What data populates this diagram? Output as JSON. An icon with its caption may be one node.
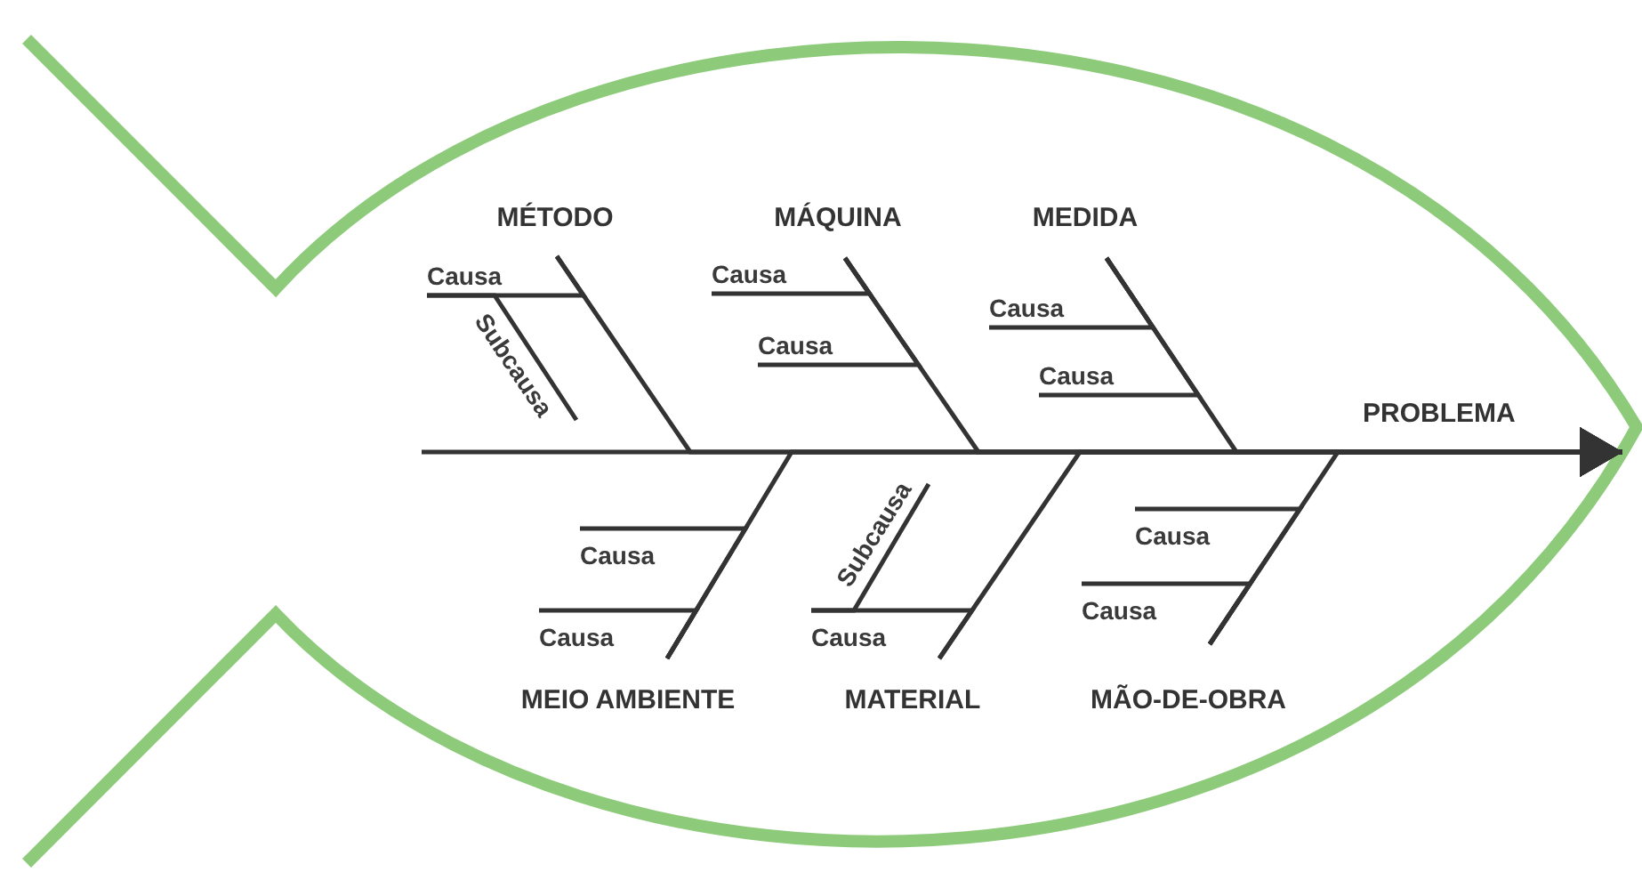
{
  "diagram": {
    "nodes": [
      {
        "text": [
          "MÉTODO"
        ]
      },
      {
        "text": [
          "Causa"
        ]
      },
      {
        "text": [
          "Subcausa"
        ]
      },
      {
        "text": [
          "MÁQUINA"
        ]
      },
      {
        "text": [
          "Causa"
        ]
      },
      {
        "text": [
          "Causa"
        ]
      },
      {
        "text": [
          "MEDIDA"
        ]
      },
      {
        "text": [
          "Causa"
        ]
      },
      {
        "text": [
          "Causa"
        ]
      },
      {
        "text": [
          "PROBLEMA"
        ]
      },
      {
        "text": [
          "Causa"
        ]
      },
      {
        "text": [
          "Causa"
        ]
      },
      {
        "text": [
          "MEIO AMBIENTE"
        ]
      },
      {
        "text": [
          "Subcausa"
        ]
      },
      {
        "text": [
          "Causa"
        ]
      },
      {
        "text": [
          "MATERIAL"
        ]
      },
      {
        "text": [
          "Causa"
        ]
      },
      {
        "text": [
          "Causa"
        ]
      },
      {
        "text": [
          "MÃO-DE-OBRA"
        ]
      }
    ],
    "edges": [
      {
        "from": null,
        "to": 9,
        "arrow": "to"
      },
      {
        "from": 0,
        "to": 9,
        "arrow": "to"
      },
      {
        "from": 3,
        "to": 9,
        "arrow": "to"
      },
      {
        "from": 6,
        "to": 9,
        "arrow": "to"
      },
      {
        "from": 12,
        "to": 9,
        "arrow": "to"
      },
      {
        "from": 15,
        "to": 9,
        "arrow": "to"
      },
      {
        "from": 18,
        "to": 9,
        "arrow": "to"
      },
      {
        "from": 1,
        "to": 0,
        "arrow": "none"
      },
      {
        "from": 2,
        "to": 1,
        "arrow": "none"
      },
      {
        "from": 4,
        "to": 3,
        "arrow": "none"
      },
      {
        "from": 5,
        "to": 3,
        "arrow": "none"
      },
      {
        "from": 7,
        "to": 6,
        "arrow": "none"
      },
      {
        "from": 8,
        "to": 6,
        "arrow": "none"
      },
      {
        "from": 10,
        "to": 12,
        "arrow": "none"
      },
      {
        "from": 11,
        "to": 12,
        "arrow": "none"
      },
      {
        "from": 13,
        "to": 14,
        "arrow": "none"
      },
      {
        "from": 14,
        "to": 15,
        "arrow": "none"
      },
      {
        "from": 16,
        "to": 18,
        "arrow": "none"
      },
      {
        "from": 17,
        "to": 18,
        "arrow": "none"
      }
    ]
  }
}
